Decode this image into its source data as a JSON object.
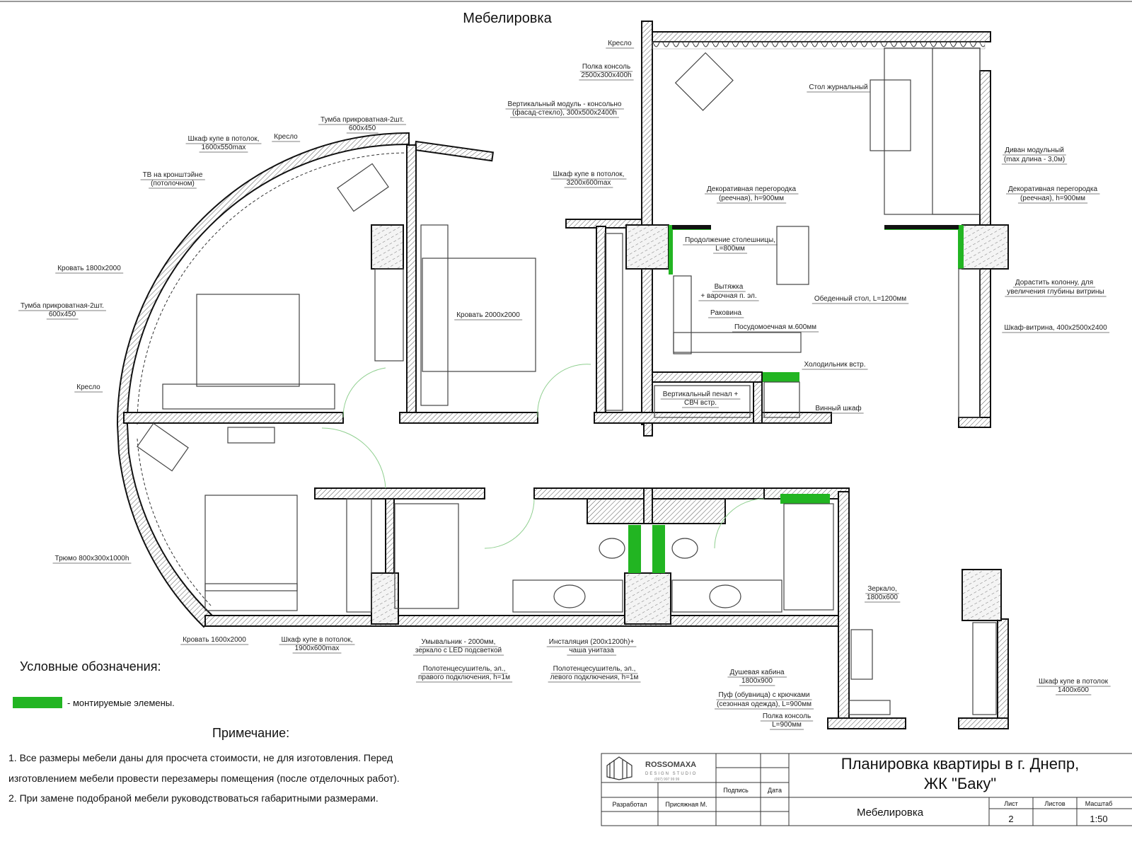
{
  "drawing_title": "Мебелировка",
  "colors": {
    "mounted": "#22b522",
    "walls": "#111111"
  },
  "labels": [
    {
      "lines": [
        "Кресло"
      ]
    },
    {
      "lines": [
        "Полка консоль",
        "2500x300x400h"
      ]
    },
    {
      "lines": [
        "Вертикальный модуль - консольно",
        "(фасад-стекло), 300x500x2400h"
      ]
    },
    {
      "lines": [
        "Тумба прикроватная-2шт.",
        "600x450"
      ]
    },
    {
      "lines": [
        "Шкаф купе в потолок,",
        "1600x550max"
      ]
    },
    {
      "lines": [
        "Кресло"
      ]
    },
    {
      "lines": [
        "ТВ на кронштэйне",
        "(потолочном)"
      ]
    },
    {
      "lines": [
        "Шкаф купе в потолок,",
        "3200x600max"
      ]
    },
    {
      "lines": [
        "Стол журнальный"
      ]
    },
    {
      "lines": [
        "Диван модульный",
        "(max длина - 3,0м)"
      ]
    },
    {
      "lines": [
        "Декоративная перегородка",
        "(реечная), h=900мм"
      ]
    },
    {
      "lines": [
        "Декоративная перегородка",
        "(реечная), h=900мм"
      ]
    },
    {
      "lines": [
        "Продолжение столешницы,",
        "L=800мм"
      ]
    },
    {
      "lines": [
        "Кровать 1800x2000"
      ]
    },
    {
      "lines": [
        "Вытяжка",
        "+ варочная п. эл."
      ]
    },
    {
      "lines": [
        "Дорастить колонну, для",
        "увеличения глубины витрины"
      ]
    },
    {
      "lines": [
        "Обеденный стол, L=1200мм"
      ]
    },
    {
      "lines": [
        "Тумба прикроватная-2шт.",
        "600x450"
      ]
    },
    {
      "lines": [
        "Кровать 2000x2000"
      ]
    },
    {
      "lines": [
        "Раковина"
      ]
    },
    {
      "lines": [
        "Посудомоечная м.600мм"
      ]
    },
    {
      "lines": [
        "Шкаф-витрина, 400x2500x2400"
      ]
    },
    {
      "lines": [
        "Холодильник встр."
      ]
    },
    {
      "lines": [
        "Кресло"
      ]
    },
    {
      "lines": [
        "Вертикальный пенал +",
        "СВЧ встр."
      ]
    },
    {
      "lines": [
        "Винный шкаф"
      ]
    },
    {
      "lines": [
        "Трюмо 800x300x1000h"
      ]
    },
    {
      "lines": [
        "Зеркало,",
        "1800x600"
      ]
    },
    {
      "lines": [
        "Кровать 1600x2000"
      ]
    },
    {
      "lines": [
        "Шкаф купе в потолок,",
        "1900x600max"
      ]
    },
    {
      "lines": [
        "Умывальник - 2000мм,",
        "зеркало с LED подсветкой"
      ]
    },
    {
      "lines": [
        "Инсталяция (200x1200h)+",
        "чаша унитаза"
      ]
    },
    {
      "lines": [
        "Полотенцесушитель, эл.,",
        "правого подключения, h=1м"
      ]
    },
    {
      "lines": [
        "Полотенцесушитель, эл.,",
        "левого подключения, h=1м"
      ]
    },
    {
      "lines": [
        "Душевая кабина",
        "1800x900"
      ]
    },
    {
      "lines": [
        "Шкаф купе в потолок",
        "1400x600"
      ]
    },
    {
      "lines": [
        "Пуф (обувница) с крючками",
        "(сезонная одежда), L=900мм"
      ]
    },
    {
      "lines": [
        "Полка консоль",
        "L=900мм"
      ]
    }
  ],
  "legend": {
    "title": "Условные обозначения:",
    "item": "- монтируемые элемены."
  },
  "notes": {
    "title": "Примечание:",
    "lines": [
      "1. Все размеры мебели даны для просчета стоимости, не для изготовления. Перед",
      "изготовлением мебели провести перезамеры помещения (после отделочных работ).",
      "2. При замене подобраной мебели руководствоваться габаритными размерами."
    ]
  },
  "title_block": {
    "logo": {
      "name": "ROSSOMAXA",
      "sub": "DESIGN STUDIO",
      "phone": "(097) 997 99 99"
    },
    "project_title_1": "Планировка квартиры в г. Днепр,",
    "project_title_2": "ЖК \"Баку\"",
    "signature_label": "Подпись",
    "date_label": "Дата",
    "developed_label": "Разработал",
    "developer": "Присяжная М.",
    "sheet_name": "Мебелировка",
    "sheet_label": "Лист",
    "sheets_label": "Листов",
    "scale_label": "Масштаб",
    "sheet": "2",
    "sheets": "",
    "scale": "1:50"
  }
}
